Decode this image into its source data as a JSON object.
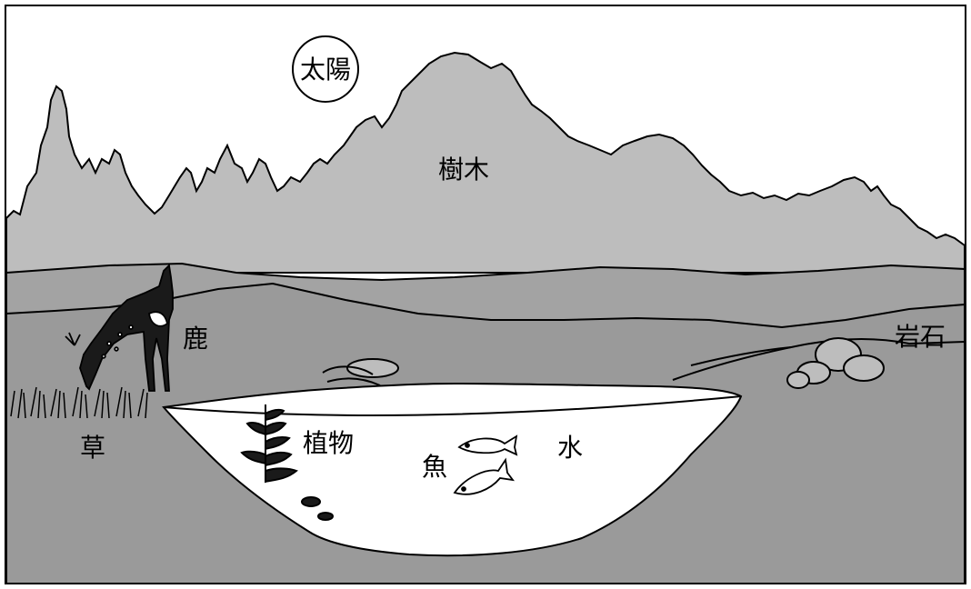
{
  "labels": {
    "sun": "太陽",
    "trees": "樹木",
    "deer": "鹿",
    "rocks": "岩石",
    "grass": "草",
    "plants": "植物",
    "fish": "魚",
    "water": "水"
  },
  "colors": {
    "sky": "#ffffff",
    "trees": "#bdbdbd",
    "far_land": "#a3a3a3",
    "ground": "#9a9a9a",
    "water": "#ffffff",
    "outline": "#000000",
    "deer_body": "#1a1a1a"
  }
}
